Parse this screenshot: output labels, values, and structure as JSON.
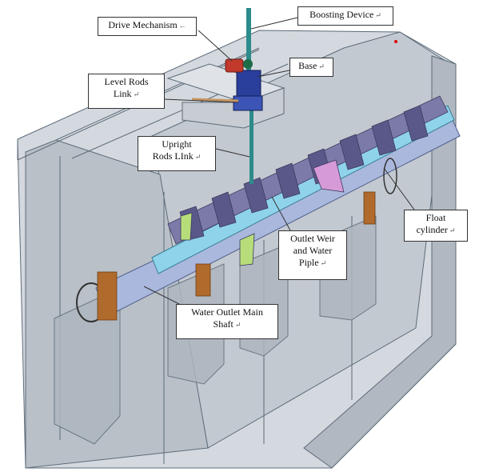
{
  "labels": {
    "drive_mechanism": "Drive Mechanism",
    "boosting_device": "Boosting Device",
    "base": "Base",
    "level_rods_link": [
      "Level Rods",
      "Link"
    ],
    "upright_rods_link": [
      "Upright",
      "Rods LInk"
    ],
    "float_cylinder": [
      "Float",
      "cylinder"
    ],
    "outlet_weir": [
      "Outlet Weir",
      "and Water",
      "Piple"
    ],
    "water_outlet_main_shaft": [
      "Water Outlet Main",
      "Shaft"
    ]
  },
  "paragraph_mark": "↵",
  "arrow_mark": "←",
  "colors": {
    "tank_stroke": "#5c6b78",
    "tank_fill": "#c9cfd6",
    "shaft": "#aab8dd",
    "float": "#8fd3ea",
    "weir_plate": "#7c7aa8",
    "motor": "#c0392b",
    "base": "#2a3f9c",
    "upright_rod": "#2c8b8b",
    "support": "#b06a2c"
  }
}
